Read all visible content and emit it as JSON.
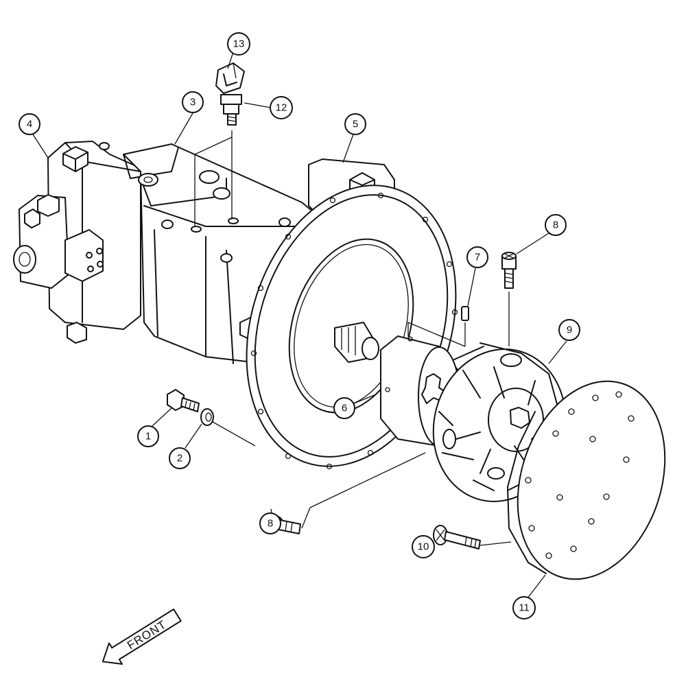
{
  "callouts": [
    {
      "id": "1",
      "label": "1"
    },
    {
      "id": "2",
      "label": "2"
    },
    {
      "id": "3",
      "label": "3"
    },
    {
      "id": "4",
      "label": "4"
    },
    {
      "id": "5",
      "label": "5"
    },
    {
      "id": "6",
      "label": "6"
    },
    {
      "id": "7",
      "label": "7"
    },
    {
      "id": "8a",
      "label": "8"
    },
    {
      "id": "8b",
      "label": "8"
    },
    {
      "id": "9",
      "label": "9"
    },
    {
      "id": "10",
      "label": "10"
    },
    {
      "id": "11",
      "label": "11"
    },
    {
      "id": "12",
      "label": "12"
    },
    {
      "id": "13",
      "label": "13"
    }
  ],
  "front_arrow": {
    "label": "FRONT"
  }
}
